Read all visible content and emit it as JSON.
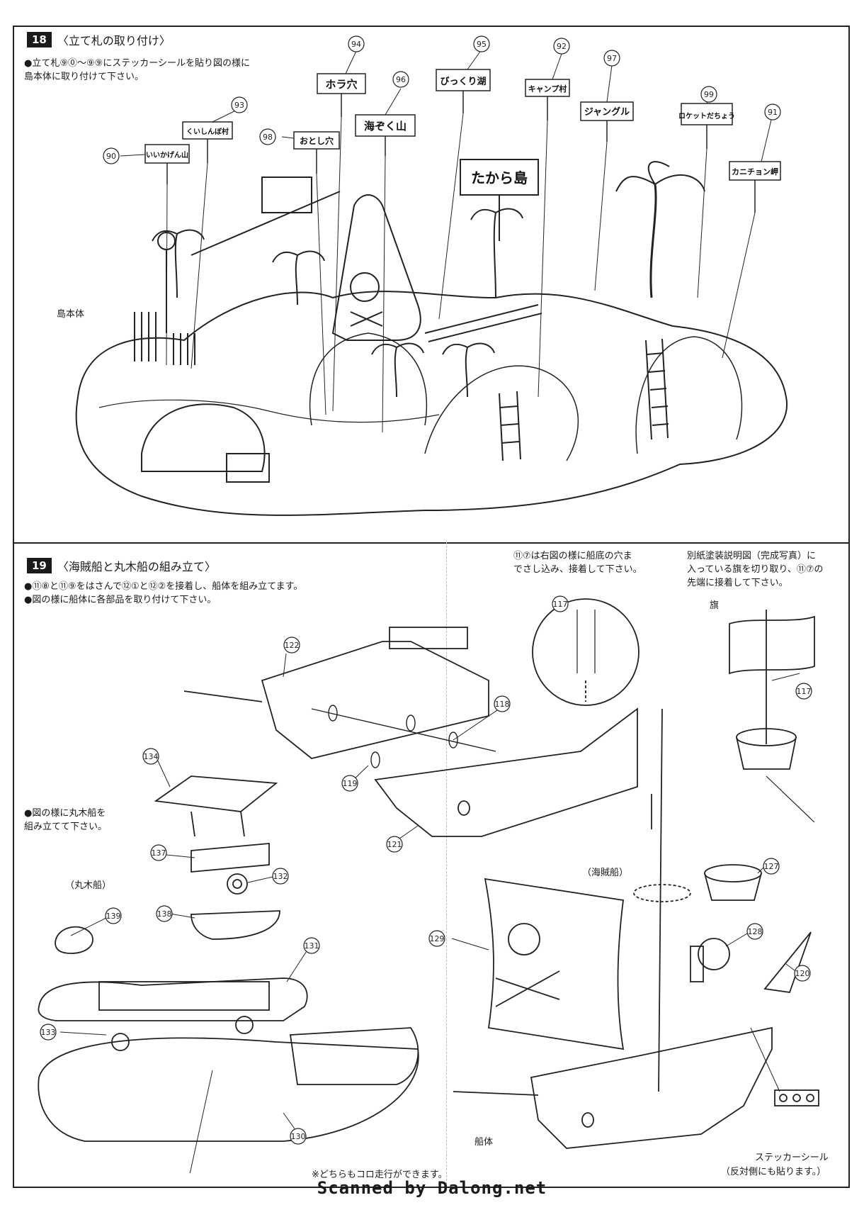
{
  "step18": {
    "number": "18",
    "title": "〈立て札の取り付け〉",
    "instruction_line1": "●立て札⑨⓪～⑨⑨にステッカーシールを貼り図の様に",
    "instruction_line2": "島本体に取り付けて下さい。",
    "island_label": "島本体",
    "signs": {
      "s90": "いいかげん山",
      "s93": "くいしんぼ村",
      "s98": "おとし穴",
      "s94": "ホラ穴",
      "s96": "海ぞく山",
      "s95": "びっくり湖",
      "s92": "キャンプ村",
      "s97": "ジャングル",
      "s99": "ロケットだちょう",
      "s91": "カニチョン岬",
      "treasure": "たから島"
    },
    "callouts": [
      "90",
      "93",
      "98",
      "94",
      "96",
      "95",
      "92",
      "97",
      "99",
      "91"
    ]
  },
  "step19": {
    "number": "19",
    "title": "〈海賊船と丸木船の組み立て〉",
    "instruction_line1": "●⑪⑧と⑪⑨をはさんで⑫①と⑫②を接着し、船体を組み立てます。",
    "instruction_line2": "●図の様に船体に各部品を取り付けて下さい。",
    "raft_instruction_line1": "●図の様に丸木船を",
    "raft_instruction_line2": "組み立てて下さい。",
    "raft_label": "（丸木船）",
    "pirate_label": "（海賊船）",
    "hull_label": "船体",
    "flag_label": "旗",
    "sticker_label": "ステッカーシール",
    "sticker_note": "（反対側にも貼ります。）",
    "note117_line1": "⑪⑦は右図の様に船底の穴ま",
    "note117_line2": "でさし込み、接着して下さい。",
    "flag_note_line1": "別紙塗装説明図（完成写真）に",
    "flag_note_line2": "入っている旗を切り取り、⑪⑦の",
    "flag_note_line3": "先端に接着して下さい。",
    "footnote": "※どちらもコロ走行ができます。"
  },
  "credit": "Scanned by Dalong.net"
}
